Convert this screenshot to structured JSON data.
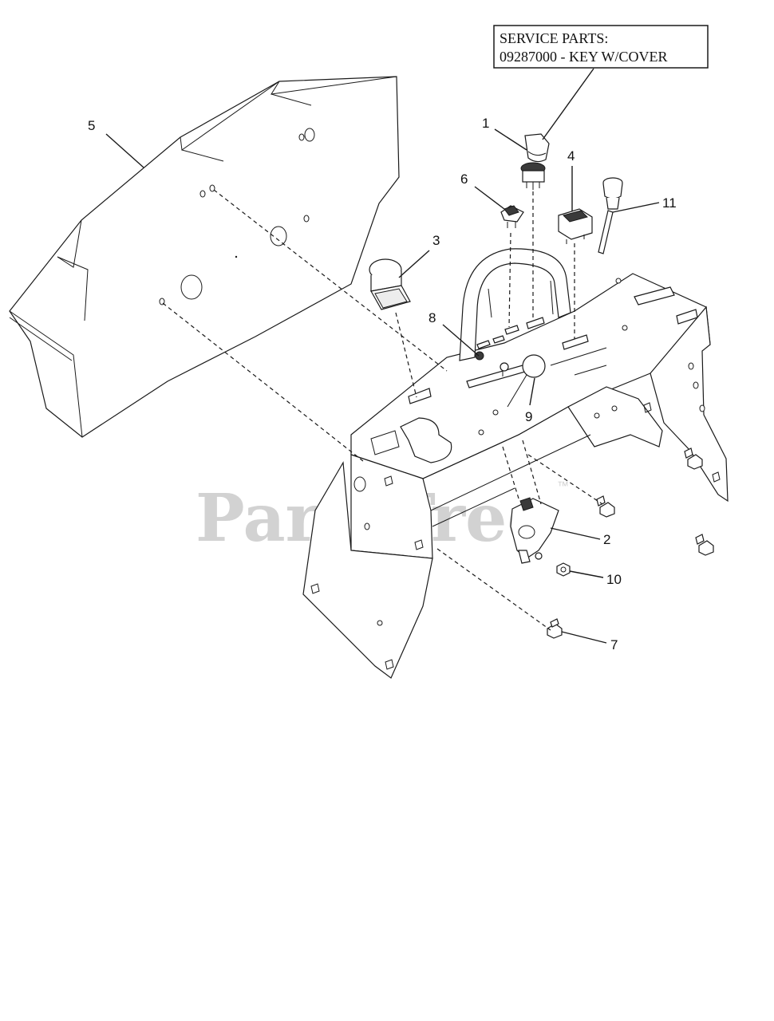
{
  "service_box": {
    "line1": "SERVICE PARTS:",
    "line2": "09287000 - KEY W/COVER"
  },
  "watermark": {
    "text": "PartsTree",
    "trademark": "™"
  },
  "callouts": [
    {
      "id": "1",
      "label": "1"
    },
    {
      "id": "2",
      "label": "2"
    },
    {
      "id": "3",
      "label": "3"
    },
    {
      "id": "4",
      "label": "4"
    },
    {
      "id": "5",
      "label": "5"
    },
    {
      "id": "6",
      "label": "6"
    },
    {
      "id": "7",
      "label": "7"
    },
    {
      "id": "8",
      "label": "8"
    },
    {
      "id": "9",
      "label": "9"
    },
    {
      "id": "10",
      "label": "10"
    },
    {
      "id": "11",
      "label": "11"
    }
  ]
}
